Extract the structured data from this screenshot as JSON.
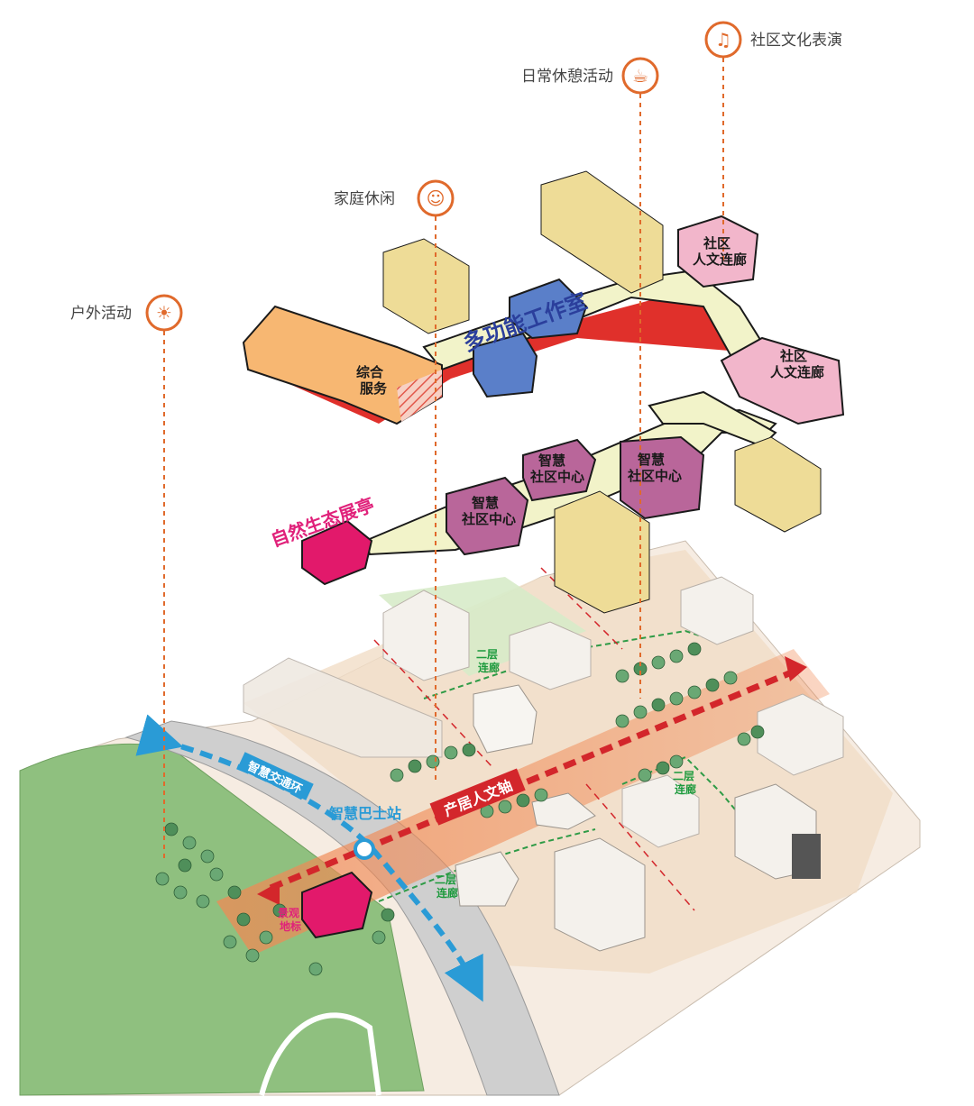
{
  "callouts": [
    {
      "key": "community_culture",
      "label": "社区文化表演",
      "icon": "performance-icon"
    },
    {
      "key": "daily_rest",
      "label": "日常休憩活动",
      "icon": "lounge-chair-icon"
    },
    {
      "key": "family_leisure",
      "label": "家庭休闲",
      "icon": "family-icon"
    },
    {
      "key": "outdoor",
      "label": "户外活动",
      "icon": "outdoor-picnic-icon"
    }
  ],
  "upper_level": {
    "workshop": "多功能工作室",
    "service": [
      "综合",
      "服务"
    ],
    "corridor_1": [
      "社区",
      "人文连廊"
    ],
    "corridor_2": [
      "社区",
      "人文连廊"
    ]
  },
  "middle_level": {
    "pavilion": "自然生态展亭",
    "center_1": [
      "智慧",
      "社区中心"
    ],
    "center_2": [
      "智慧",
      "社区中心"
    ],
    "center_3": [
      "智慧",
      "社区中心"
    ]
  },
  "ground_level": {
    "axis": "产居人文轴",
    "bus_station": "智慧巴士站",
    "traffic_ring": "智慧交通环",
    "landmark": [
      "景观",
      "地标"
    ],
    "link_a": [
      "二层",
      "连廊"
    ],
    "link_b": [
      "二层",
      "连廊"
    ],
    "link_c": [
      "二层",
      "连廊"
    ]
  },
  "colors": {
    "callout_orange": "#e06a2c",
    "pink_magenta": "#e0217a",
    "axis_red": "#d3262b",
    "ring_blue": "#2a9bd6",
    "workshop_blue": "#5a7fc9",
    "building_yellow": "#eedc97",
    "community_pink": "#f2b6cb",
    "center_mauve": "#b9669a"
  }
}
